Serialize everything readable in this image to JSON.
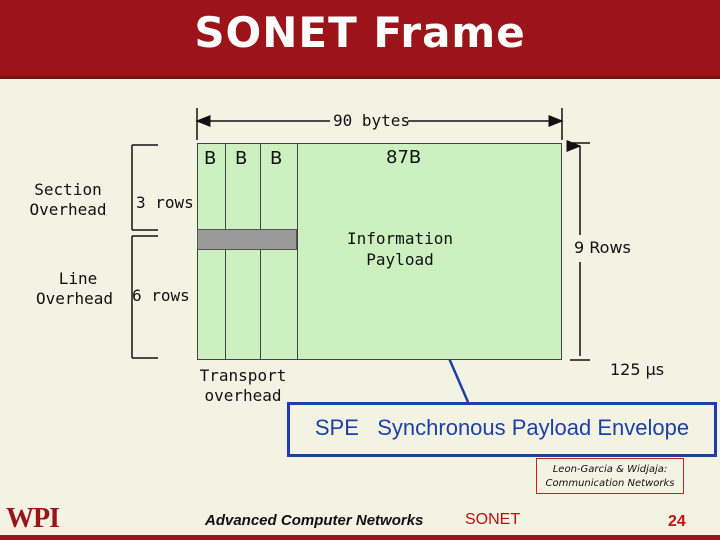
{
  "title": "SONET Frame",
  "frame": {
    "width_label": "90 bytes",
    "col_labels": [
      "B",
      "B",
      "B"
    ],
    "payload_cols_label": "87B",
    "rows_label": "9 Rows",
    "time_label": "125 µs",
    "payload_label_line1": "Information",
    "payload_label_line2": "Payload"
  },
  "overhead": {
    "section_line1": "Section",
    "section_line2": "Overhead",
    "section_rows": "3 rows",
    "line_line1": "Line",
    "line_line2": "Overhead",
    "line_rows": "6 rows",
    "transport_line1": "Transport",
    "transport_line2": "overhead"
  },
  "spe": {
    "abbr": "SPE",
    "full": "Synchronous Payload Envelope"
  },
  "credit": {
    "line1": "Leon-Garcia & Widjaja:",
    "line2": "Communication Networks"
  },
  "footer": {
    "logo": "WPI",
    "course": "Advanced Computer Networks",
    "topic": "SONET",
    "page": "24"
  },
  "colors": {
    "header": "#9c1419",
    "payload_fill": "#ccf0c0",
    "spe_blue": "#1f3fa8",
    "accent_red": "#c01010"
  }
}
